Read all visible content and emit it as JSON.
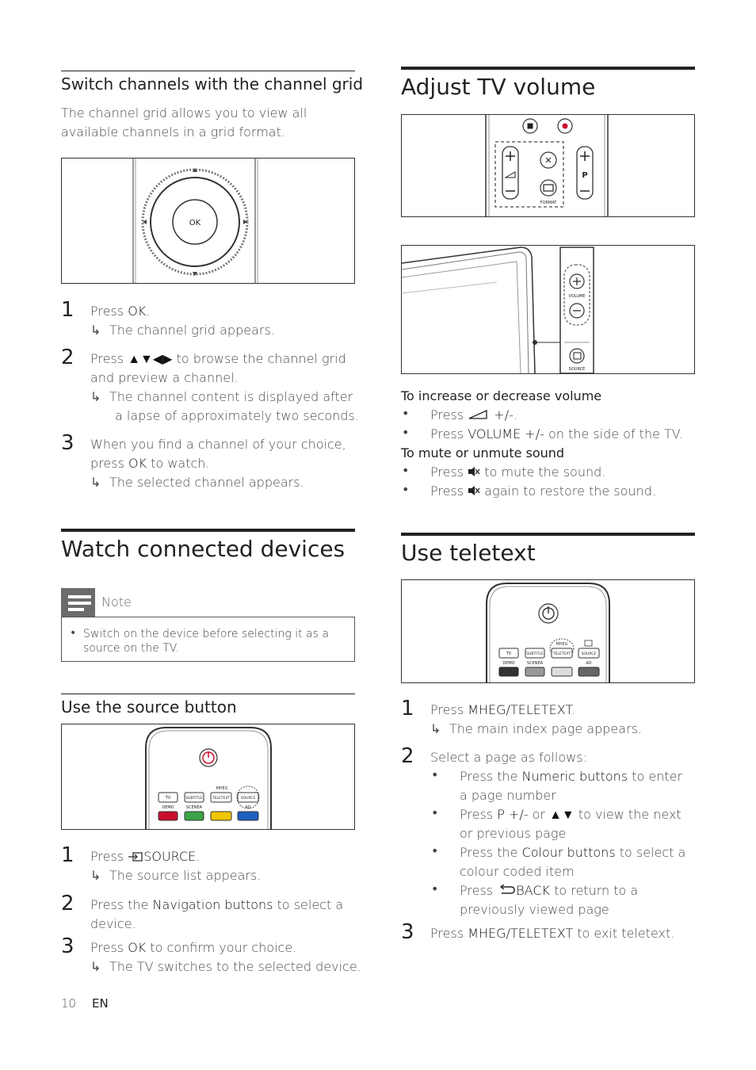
{
  "left": {
    "channel_grid": {
      "title": "Switch channels with the channel grid",
      "intro_1": "The channel grid allows you to view all",
      "intro_2": "available channels in a grid format.",
      "figure_ok": "OK",
      "step1_num": "1",
      "step1_a": "Press ",
      "step1_b": "OK",
      "step1_c": ".",
      "step1_result": "The channel grid appears.",
      "step2_num": "2",
      "step2_a": "Press ",
      "step2_b": "▲▼◀▶",
      "step2_c": " to browse the channel grid",
      "step2_d": "and preview a channel.",
      "step2_result_1": "The channel content is displayed after",
      "step2_result_2": "a lapse of approximately two seconds.",
      "step3_num": "3",
      "step3_a": "When you find a channel of your choice,",
      "step3_b": "press ",
      "step3_c": "OK",
      "step3_d": " to watch.",
      "step3_result": "The selected channel appears."
    },
    "watch_devices": {
      "title": "Watch connected devices",
      "note_label": "Note",
      "note_text_1": "Switch on the device before selecting it as a",
      "note_text_2": "source on the TV."
    },
    "source_button": {
      "title": "Use the source button",
      "fig_labels": {
        "mheg": "MHEG",
        "tv": "TV",
        "subtitle": "SUBTITLE",
        "teletext": "TELETEXT",
        "source": "SOURCE",
        "demo": "DEMO",
        "scenea": "SCENEA",
        "ad": "AD"
      },
      "step1_num": "1",
      "step1_a": "Press ",
      "step1_b": "SOURCE",
      "step1_c": ".",
      "step1_result": "The source list appears.",
      "step2_num": "2",
      "step2_a": "Press the ",
      "step2_b": "Navigation buttons",
      "step2_c": " to select a",
      "step2_d": "device.",
      "step3_num": "3",
      "step3_a": "Press ",
      "step3_b": "OK",
      "step3_c": " to confirm your choice.",
      "step3_result": "The TV switches to the selected device."
    }
  },
  "right": {
    "volume": {
      "title": "Adjust TV volume",
      "fig_format": "FORMAT",
      "fig_p": "P",
      "fig_volume": "VOLUME",
      "fig_source": "SOURCE",
      "increase_heading": "To increase or decrease volume",
      "bullet_1a": "Press ",
      "bullet_1b": " +/-",
      "bullet_1c": ".",
      "bullet_2a": "Press ",
      "bullet_2b": "VOLUME +/-",
      "bullet_2c": " on the side of the TV.",
      "mute_heading": "To mute or unmute sound",
      "bullet_3a": "Press ",
      "bullet_3b": " to mute the sound.",
      "bullet_4a": "Press ",
      "bullet_4b": " again to restore the sound."
    },
    "teletext": {
      "title": "Use teletext",
      "step1_num": "1",
      "step1_a": "Press ",
      "step1_b": "MHEG/TELETEXT",
      "step1_c": ".",
      "step1_result": "The main index page appears.",
      "step2_num": "2",
      "step2_text": "Select a page as follows:",
      "sub1_a": "Press the ",
      "sub1_b": "Numeric buttons",
      "sub1_c": " to enter",
      "sub1_d": "a page number",
      "sub2_a": "Press ",
      "sub2_b": "P +/-",
      "sub2_c": " or ",
      "sub2_d": "▲▼",
      "sub2_e": " to view the next",
      "sub2_f": "or previous page",
      "sub3_a": "Press the ",
      "sub3_b": "Colour buttons",
      "sub3_c": " to select a",
      "sub3_d": "colour coded item",
      "sub4_a": "Press ",
      "sub4_b": "BACK",
      "sub4_c": " to return to a",
      "sub4_d": "previously viewed page",
      "step3_num": "3",
      "step3_a": "Press ",
      "step3_b": "MHEG/TELETEXT",
      "step3_c": " to exit teletext."
    }
  },
  "footer": {
    "page_number": "10",
    "language": "EN"
  },
  "symbols": {
    "arrow": "↳",
    "bullet": "•"
  },
  "colors": {
    "red": "#c8102e",
    "green": "#3aa346",
    "yellow": "#f2c500",
    "blue": "#1f5fbf",
    "note_bar": "#6b6b6b"
  }
}
